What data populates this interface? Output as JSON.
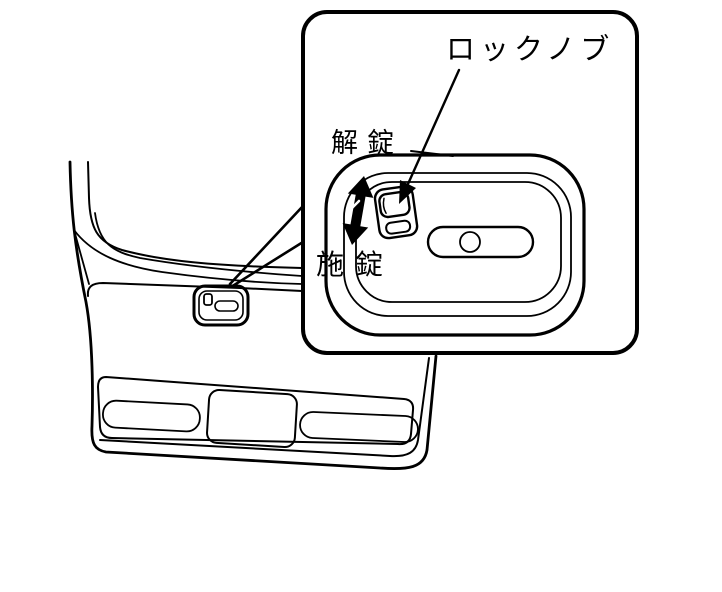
{
  "figure": {
    "kind": "vehicle-manual-diagram",
    "labels": {
      "lock_knob": "ロックノブ",
      "unlock": "解錠",
      "lock": "施錠"
    },
    "icons": {
      "lock_knob_pointer": "leader-arrow-icon",
      "knob_travel": "up-down-arrow-icon"
    },
    "colors": {
      "line": "#000000",
      "background": "#ffffff"
    }
  }
}
